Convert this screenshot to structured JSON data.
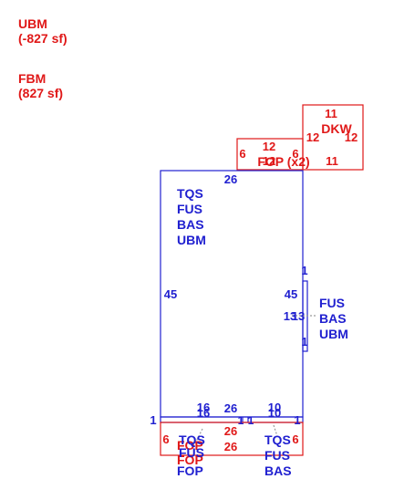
{
  "colors": {
    "base": "#2020d0",
    "added": "#e01818",
    "leader": "#9a9a9a"
  },
  "legend": {
    "removed_code": "UBM",
    "removed_area": "(-827 sf)",
    "added_code": "FBM",
    "added_area": "(827 sf)"
  },
  "deck": {
    "code": "DKW",
    "dim_top": "11",
    "dim_left": "12",
    "dim_right": "12",
    "dim_bottom": "11"
  },
  "porch_top": {
    "label": "FOP (x2)",
    "dim_top": "12",
    "dim_left": "6",
    "dim_right": "6",
    "dim_bottom": "12"
  },
  "main": {
    "dim_top": "26",
    "dim_left": "45",
    "dim_right": "45",
    "codes": [
      "TQS",
      "FUS",
      "BAS",
      "UBM"
    ]
  },
  "side_bump": {
    "dim_long": "13",
    "dim_short": "1",
    "dim_bottom": "1",
    "codes": [
      "FUS",
      "BAS",
      "UBM"
    ]
  },
  "bottom_strip": {
    "dim_far_left": "1",
    "dim_left_top": "16",
    "dim_left_bottom": "16",
    "dim_mid": "26",
    "dim_right_top": "10",
    "dim_right_bottom": "10",
    "dim_far_right": "1",
    "dim_sep_left": "1",
    "dim_sep_right": "1"
  },
  "porch_bottom": {
    "dim_left": "6",
    "dim_right": "6",
    "dim_mid_top": "26",
    "dim_mid_bottom": "26",
    "codes_left_added": [
      "FOP",
      "FOP",
      "FOP"
    ],
    "codes_left_base": [
      "TQS",
      "FUS"
    ],
    "codes_right": [
      "TQS",
      "FUS",
      "BAS"
    ]
  }
}
